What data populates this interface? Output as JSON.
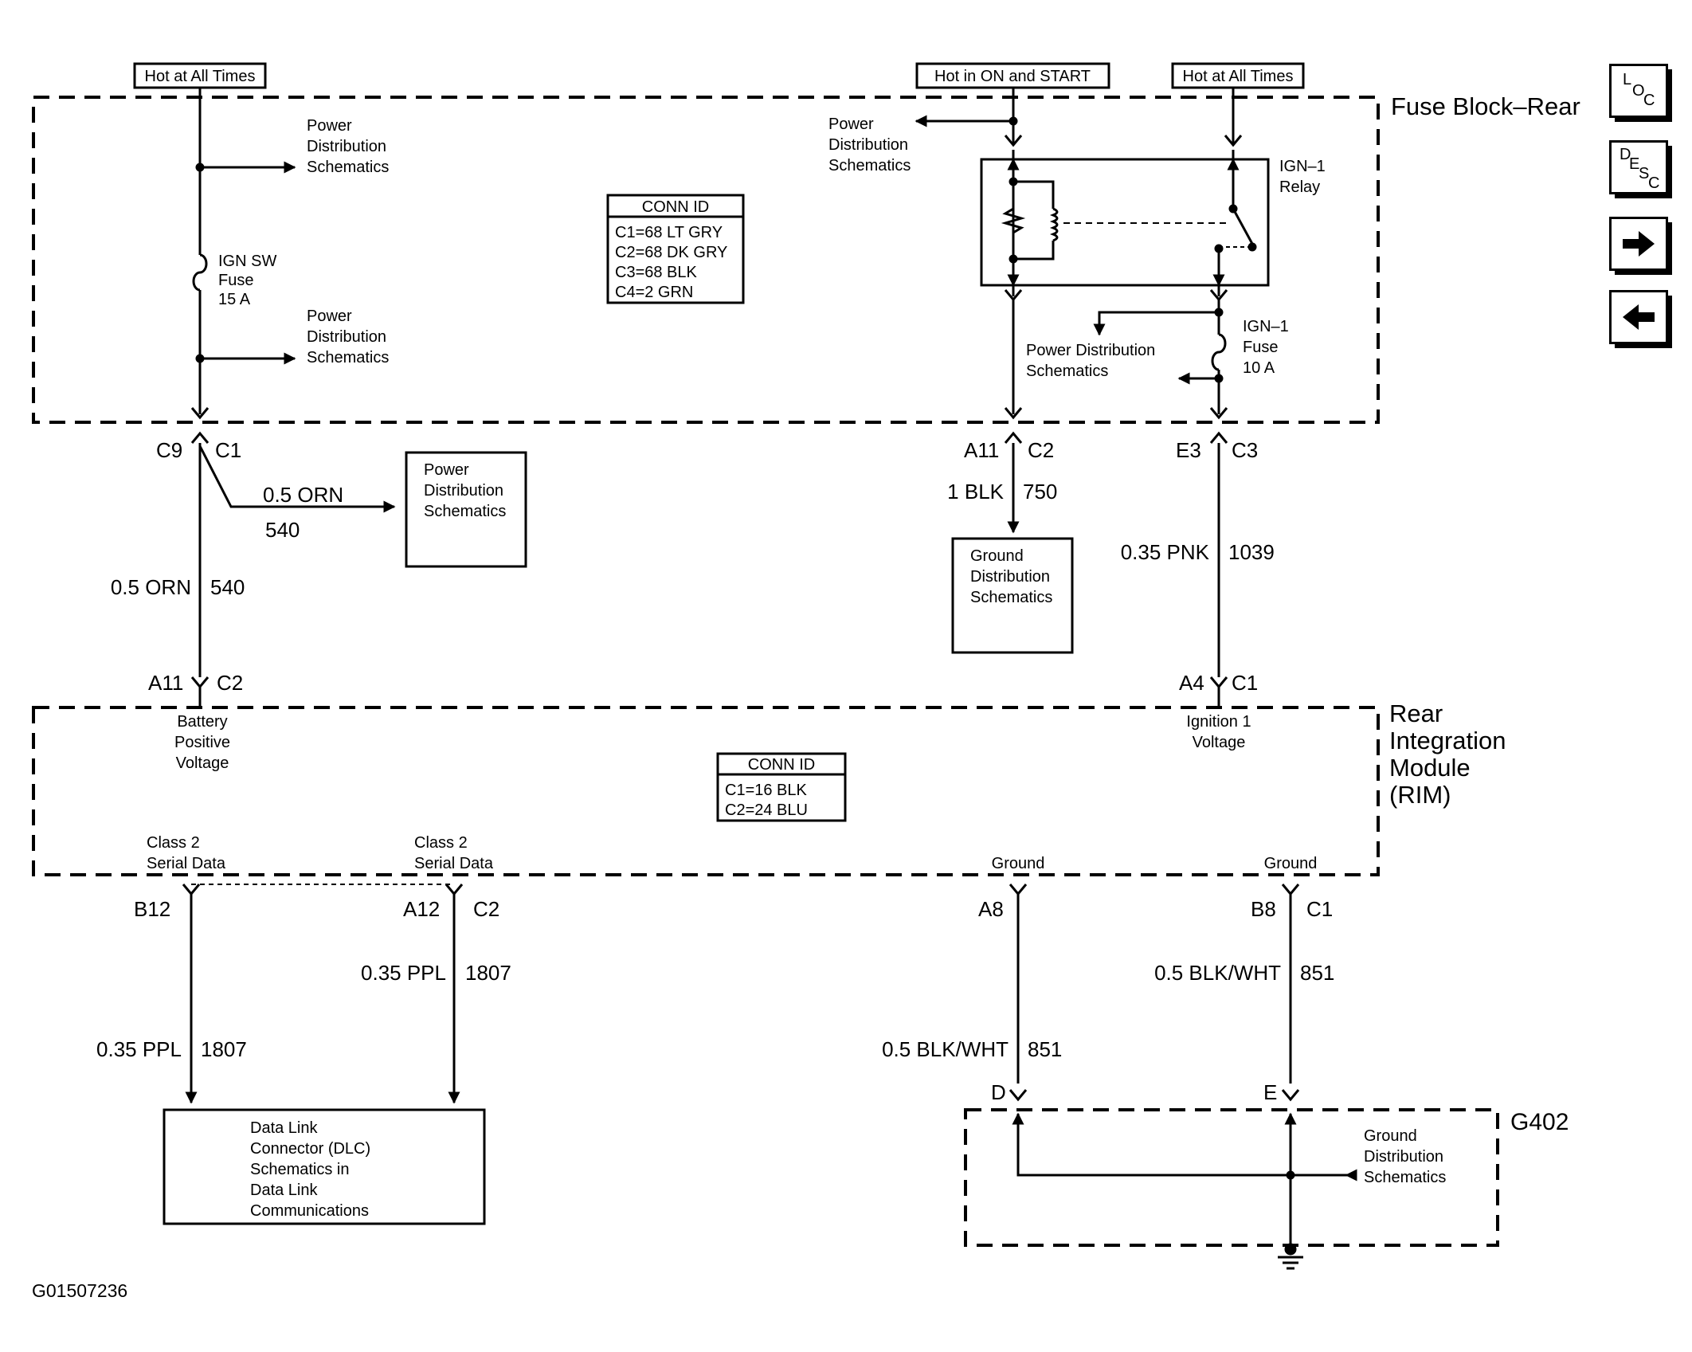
{
  "supplies": {
    "hot_at_all_times_1": "Hot at All Times",
    "hot_in_on_start": "Hot in ON and START",
    "hot_at_all_times_2": "Hot at All Times"
  },
  "fuse_block": {
    "name": "Fuse Block–Rear",
    "conn_id_title": "CONN ID",
    "conn_ids": [
      "C1=68 LT GRY",
      "C2=68 DK GRY",
      "C3=68 BLK",
      "C4=2 GRN"
    ],
    "ign_sw_fuse": [
      "IGN SW",
      "Fuse",
      "15 A"
    ],
    "ign1_relay": [
      "IGN–1",
      "Relay"
    ],
    "ign1_fuse": [
      "IGN–1",
      "Fuse",
      "10 A"
    ],
    "power_distribution": [
      "Power",
      "Distribution",
      "Schematics"
    ],
    "power_distribution_2line": [
      "Power Distribution",
      "Schematics"
    ]
  },
  "connectors_top": {
    "c9": "C9",
    "c1": "C1",
    "a11": "A11",
    "c2": "C2",
    "e3": "E3",
    "c3": "C3"
  },
  "wires": {
    "orn_size": "0.5 ORN",
    "orn_circuit": "540",
    "blk_size": "1 BLK",
    "blk_circuit": "750",
    "pnk_size": "0.35 PNK",
    "pnk_circuit": "1039",
    "ppl_size": "0.35 PPL",
    "ppl_circuit": "1807",
    "blkwht_size": "0.5 BLK/WHT",
    "blkwht_circuit": "851"
  },
  "boxes": {
    "power_distribution": [
      "Power",
      "Distribution",
      "Schematics"
    ],
    "ground_distribution": [
      "Ground",
      "Distribution",
      "Schematics"
    ],
    "dlc": [
      "Data Link",
      "Connector (DLC)",
      "Schematics in",
      "Data Link",
      "Communications"
    ]
  },
  "connectors_mid": {
    "a11": "A11",
    "c2": "C2",
    "a4": "A4",
    "c1": "C1"
  },
  "rim": {
    "name": [
      "Rear",
      "Integration",
      "Module",
      "(RIM)"
    ],
    "conn_id_title": "CONN ID",
    "conn_ids": [
      "C1=16 BLK",
      "C2=24 BLU"
    ],
    "battery_positive": [
      "Battery",
      "Positive",
      "Voltage"
    ],
    "ignition_1": [
      "Ignition 1",
      "Voltage"
    ],
    "class2": [
      "Class 2",
      "Serial Data"
    ],
    "ground": "Ground"
  },
  "connectors_bottom": {
    "b12": "B12",
    "a12": "A12",
    "c2": "C2",
    "a8": "A8",
    "b8": "B8",
    "c1": "C1",
    "d": "D",
    "e": "E"
  },
  "g402": {
    "name": "G402",
    "ground_distribution": [
      "Ground",
      "Distribution",
      "Schematics"
    ]
  },
  "nav": {
    "loc": [
      "L",
      "O",
      "C"
    ],
    "desc": [
      "D",
      "E",
      "S",
      "C"
    ],
    "next_icon": "arrow-right-icon",
    "prev_icon": "arrow-left-icon"
  },
  "figure_code": "G01507236"
}
